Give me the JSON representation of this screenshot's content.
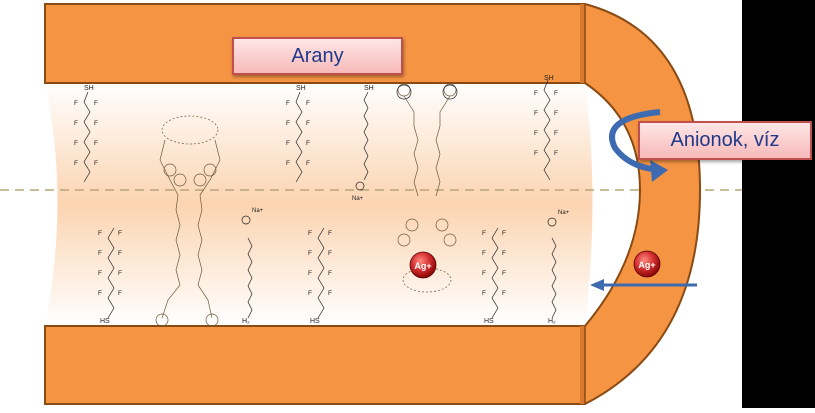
{
  "labels": {
    "gold": "Arany",
    "anions_water": "Anionok, víz",
    "silver_ion": "Ag+"
  },
  "molecule_text": {
    "thiol_top": "SH",
    "thiol_bottom": "HS",
    "thiol_bottom_alt": "H₂",
    "fluorine": "F",
    "sodium": "Na+"
  },
  "colors": {
    "gold_wall": "#f59443",
    "wall_stroke": "#8a4a14",
    "channel_glow": "#fbd3b0",
    "silver_ion_fill": "#c62828",
    "arrow_blue": "#3e6bb0",
    "label_text": "#1f3a8a",
    "label_border": "#c0504d",
    "black_panel": "#000000"
  }
}
